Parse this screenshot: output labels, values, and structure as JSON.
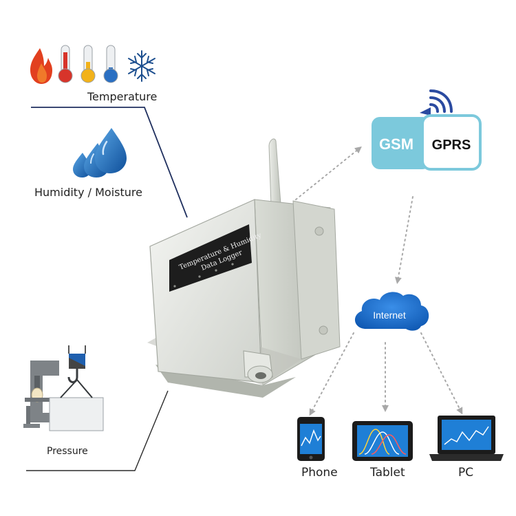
{
  "sensors": {
    "temperature": {
      "label": "Temperature",
      "icons": [
        "flame-icon",
        "thermometer-hot-icon",
        "thermometer-warm-icon",
        "thermometer-cold-icon",
        "snowflake-icon"
      ]
    },
    "humidity": {
      "label": "Humidity / Moisture",
      "icons": [
        "water-drops-icon"
      ]
    },
    "pressure": {
      "label": "Pressure",
      "icons": [
        "clamp-icon",
        "crane-hook-icon",
        "load-panel-icon"
      ]
    }
  },
  "logger": {
    "title_line1": "Temperature & Humidity",
    "title_line2": "Data Logger"
  },
  "network": {
    "gsm": "GSM",
    "gprs": "GPRS",
    "internet": "Internet"
  },
  "devices": [
    {
      "label": "Phone"
    },
    {
      "label": "Tablet"
    },
    {
      "label": "PC"
    }
  ],
  "colors": {
    "gsm_fill": "#7cc9dc",
    "gprs_border": "#7cc9dc",
    "cloud": "#1a6fd1",
    "signal": "#2a4aa0",
    "divider": "#1f2f5e",
    "device": "#1b1b1b",
    "screen": "#1f7fd6",
    "dotted": "#a8a8a8"
  }
}
